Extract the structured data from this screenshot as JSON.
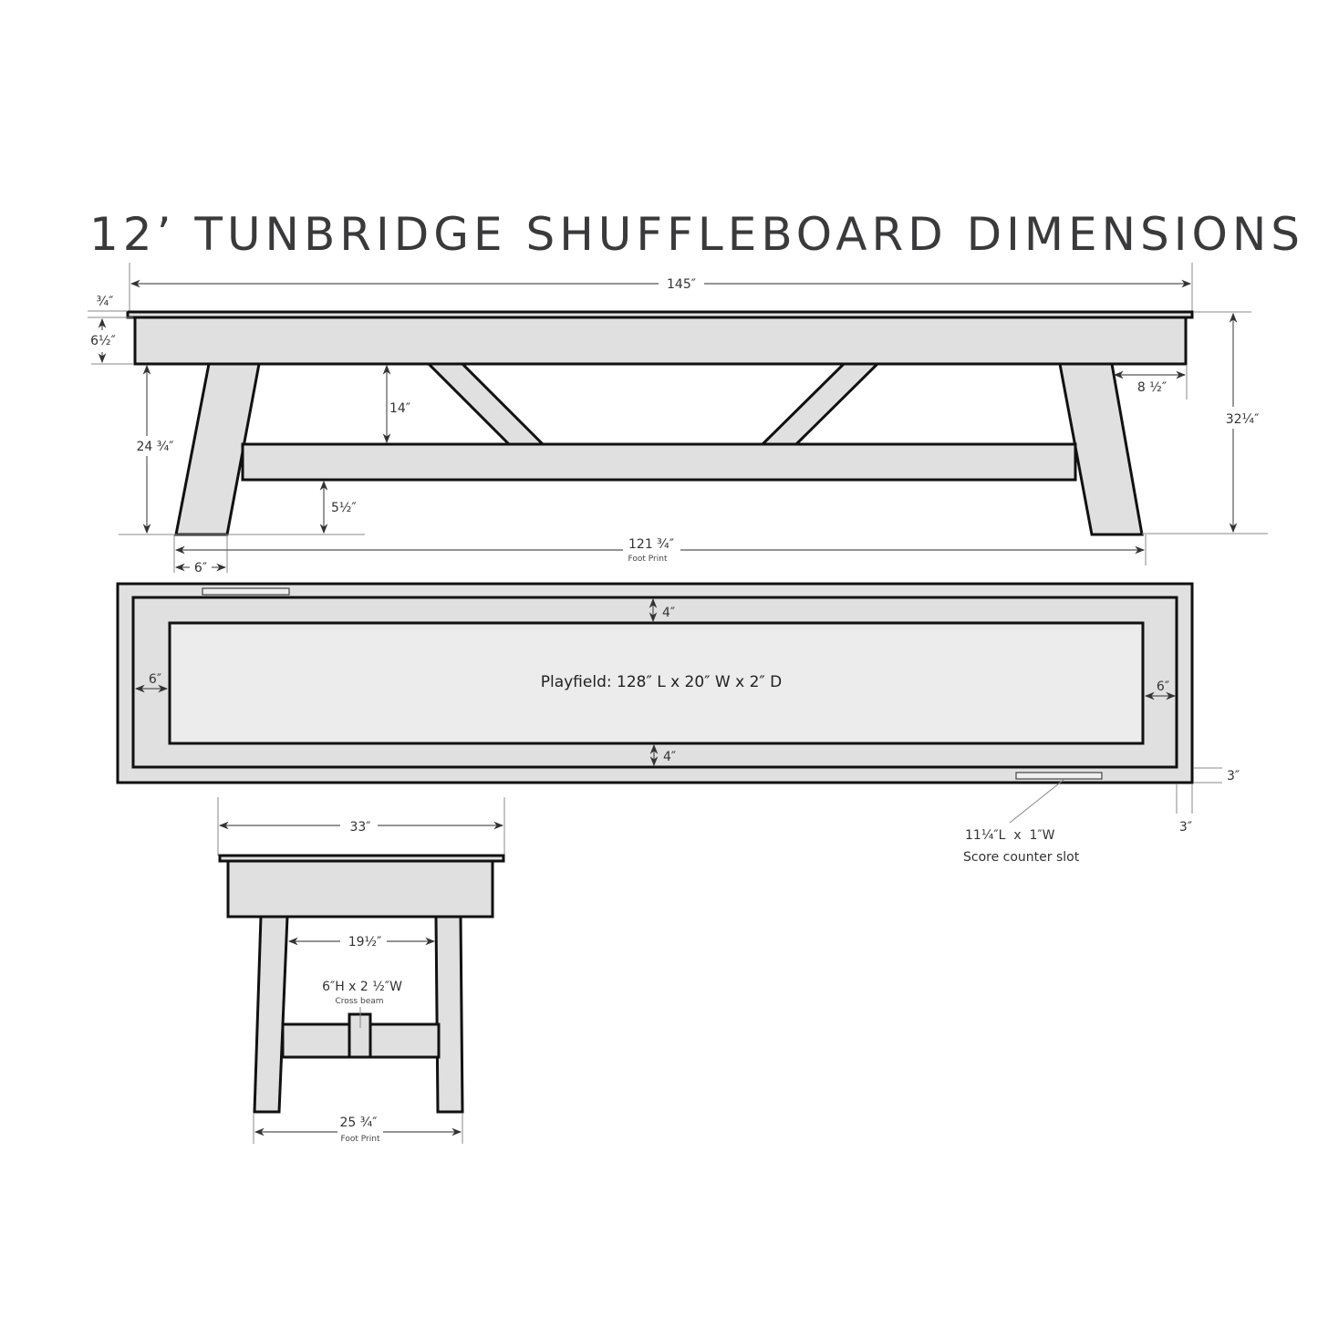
{
  "title": "12’ TUNBRIDGE SHUFFLEBOARD DIMENSIONS",
  "side_view": {
    "overall_length": "145″",
    "top_thickness": "¾″",
    "apron_height": "6½″",
    "leg_height": "24 ¾″",
    "brace_height": "14″",
    "stretcher_clearance": "5½″",
    "leg_inset": "8 ½″",
    "total_height": "32¼″",
    "footprint_length": "121 ¾″",
    "footprint_label": "Foot Print",
    "leg_width": "6″"
  },
  "top_view": {
    "playfield_label": "Playfield: 128″ L x 20″ W x 2″ D",
    "gutter_top": "4″",
    "gutter_bottom": "4″",
    "gutter_left": "6″",
    "gutter_right": "6″",
    "rail_width_side": "3″",
    "rail_width_end": "3″",
    "slot_size": "11¼″L  x  1″W",
    "slot_label": "Score counter slot"
  },
  "end_view": {
    "overall_width": "33″",
    "inner_leg_span": "19½″",
    "cross_beam_size": "6″H x 2 ½″W",
    "cross_beam_label": "Cross beam",
    "footprint_width": "25 ¾″",
    "footprint_label": "Foot Print"
  },
  "colors": {
    "part_fill": "#e0e0e0",
    "playfield_fill": "#ececec",
    "outline": "#111111",
    "text": "#3a3a3c"
  }
}
